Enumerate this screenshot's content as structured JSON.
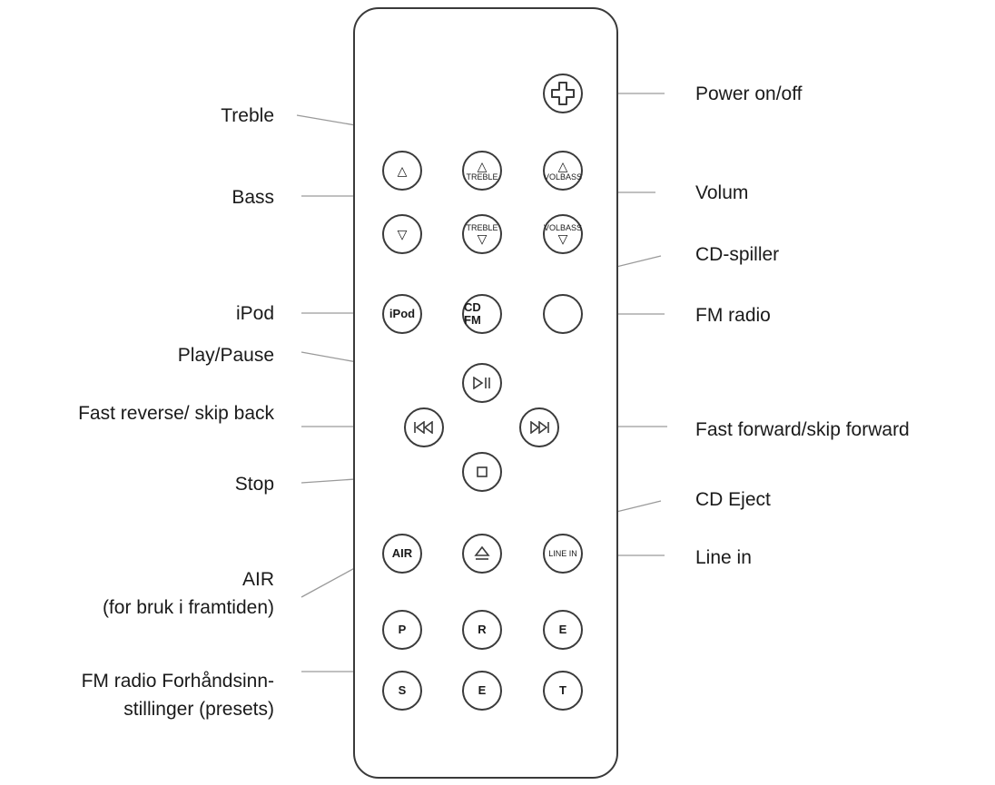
{
  "labels": {
    "treble": "Treble",
    "bass": "Bass",
    "ipod": "iPod",
    "play_pause": "Play/Pause",
    "fast_reverse": "Fast reverse/ skip back",
    "stop": "Stop",
    "air_line1": "AIR",
    "air_line2": "(for bruk i framtiden)",
    "presets_line1": "FM radio Forhåndsinn-",
    "presets_line2": "stillinger (presets)",
    "power": "Power on/off",
    "volume": "Volum",
    "cd_player": "CD-spiller",
    "fm_radio": "FM radio",
    "fast_forward": "Fast forward/skip forward",
    "cd_eject": "CD Eject",
    "line_in": "Line in"
  },
  "buttons": {
    "treble_up": "TREBLE",
    "vol_bass_up": "VOLBASS",
    "treble_down": "TREBLE",
    "vol_bass_down": "VOLBASS",
    "ipod": "iPod",
    "cd_fm": "CD FM",
    "air": "AIR",
    "line_in": "LINE IN",
    "p": "P",
    "r": "R",
    "e1": "E",
    "s": "S",
    "e2": "E",
    "t": "T"
  },
  "icons": {
    "power": "plus-icon",
    "up": "triangle-up-icon",
    "down": "triangle-down-icon",
    "play_pause": "play-pause-icon",
    "rewind": "skip-back-icon",
    "forward": "skip-forward-icon",
    "stop": "stop-icon",
    "eject": "eject-icon"
  },
  "colors": {
    "line": "#9a9a9a",
    "outline": "#3a3a3a",
    "text": "#1a1a1a"
  }
}
